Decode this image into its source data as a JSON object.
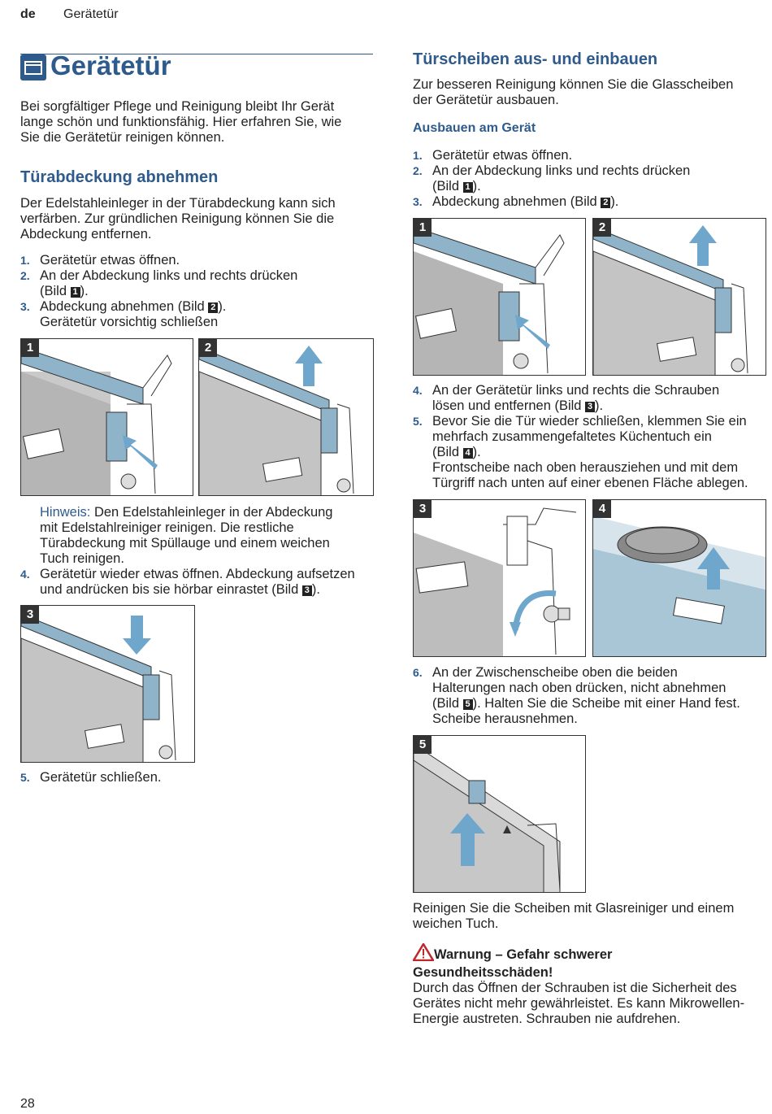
{
  "header": {
    "lang": "de",
    "title": "Gerätetür"
  },
  "left": {
    "title": "Gerätetür",
    "intro": [
      "Bei sorgfältiger Pflege und Reinigung bleibt Ihr Gerät",
      "lange schön und funktionsfähig. Hier erfahren Sie, wie",
      "Sie die Gerätetür reinigen können."
    ],
    "section_title": "Türabdeckung abnehmen",
    "section_intro": [
      "Der Edelstahleinleger in der Türabdeckung kann sich",
      "verfärben. Zur gründlichen Reinigung können Sie die",
      "Abdeckung entfernen."
    ],
    "steps": [
      {
        "num": "1.",
        "text": "Gerätetür etwas öffnen."
      },
      {
        "num": "2.",
        "text": "An der Abdeckung links und rechts drücken",
        "text2a": "(Bild ",
        "ref": "1",
        "text2b": ")."
      },
      {
        "num": "3.",
        "text_a": "Abdeckung abnehmen (Bild ",
        "ref": "2",
        "text_b": ").",
        "text2": "Gerätetür vorsichtig schließen"
      }
    ],
    "figures": {
      "f1": "1",
      "f2": "2",
      "f3": "3"
    },
    "note": {
      "label": "Hinweis:",
      "lines": [
        " Den Edelstahleinleger in der Abdeckung",
        "mit Edelstahlreiniger reinigen. Die restliche",
        "Türabdeckung mit Spüllauge und einem weichen",
        "Tuch reinigen."
      ]
    },
    "step4": {
      "num": "4.",
      "line1": "Gerätetür wieder etwas öffnen. Abdeckung aufsetzen",
      "line2a": "und andrücken bis sie hörbar einrastet (Bild ",
      "ref": "3",
      "line2b": ")."
    },
    "step5": {
      "num": "5.",
      "text": "Gerätetür schließen."
    }
  },
  "right": {
    "title": "Türscheiben aus- und einbauen",
    "intro": [
      "Zur besseren Reinigung können Sie die Glasscheiben",
      "der Gerätetür ausbauen."
    ],
    "subtitle": "Ausbauen am Gerät",
    "steps": [
      {
        "num": "1.",
        "text": "Gerätetür etwas öffnen."
      },
      {
        "num": "2.",
        "text": "An der Abdeckung links und rechts drücken",
        "text2a": "(Bild ",
        "ref": "1",
        "text2b": ")."
      },
      {
        "num": "3.",
        "text_a": "Abdeckung abnehmen (Bild ",
        "ref": "2",
        "text_b": ")."
      }
    ],
    "step4": {
      "num": "4.",
      "line1": "An der Gerätetür links und rechts die Schrauben",
      "line2a": "lösen und entfernen (Bild ",
      "ref": "3",
      "line2b": ")."
    },
    "step5": {
      "num": "5.",
      "line1": "Bevor Sie die Tür wieder schließen, klemmen Sie ein",
      "line2": "mehrfach zusammengefaltetes Küchentuch ein",
      "line3a": "(Bild ",
      "ref": "4",
      "line3b": ").",
      "line4": "Frontscheibe nach oben herausziehen und mit dem",
      "line5": "Türgriff nach unten auf einer ebenen Fläche ablegen."
    },
    "step6": {
      "num": "6.",
      "line1": "An der Zwischenscheibe oben die beiden",
      "line2": "Halterungen nach oben drücken, nicht abnehmen",
      "line3a": "(Bild ",
      "ref": "5",
      "line3b": "). Halten Sie die Scheibe mit einer Hand fest.",
      "line4": "Scheibe herausnehmen."
    },
    "figures": {
      "f1": "1",
      "f2": "2",
      "f3": "3",
      "f4": "4",
      "f5": "5"
    },
    "clean": [
      "Reinigen Sie die Scheiben mit Glasreiniger und einem",
      "weichen Tuch."
    ],
    "warning": {
      "title1": "Warnung – Gefahr schwerer",
      "title2": "Gesundheitsschäden!",
      "lines": [
        "Durch das Öffnen der Schrauben ist die Sicherheit des",
        "Gerätes nicht mehr gewährleistet. Es kann Mikrowellen-",
        "Energie austreten. Schrauben nie aufdrehen."
      ]
    }
  },
  "footer": {
    "page": "28"
  },
  "colors": {
    "accent": "#2e5b8c",
    "part_blue": "#8fb3c9",
    "arrow_blue": "#6fa6cc"
  }
}
